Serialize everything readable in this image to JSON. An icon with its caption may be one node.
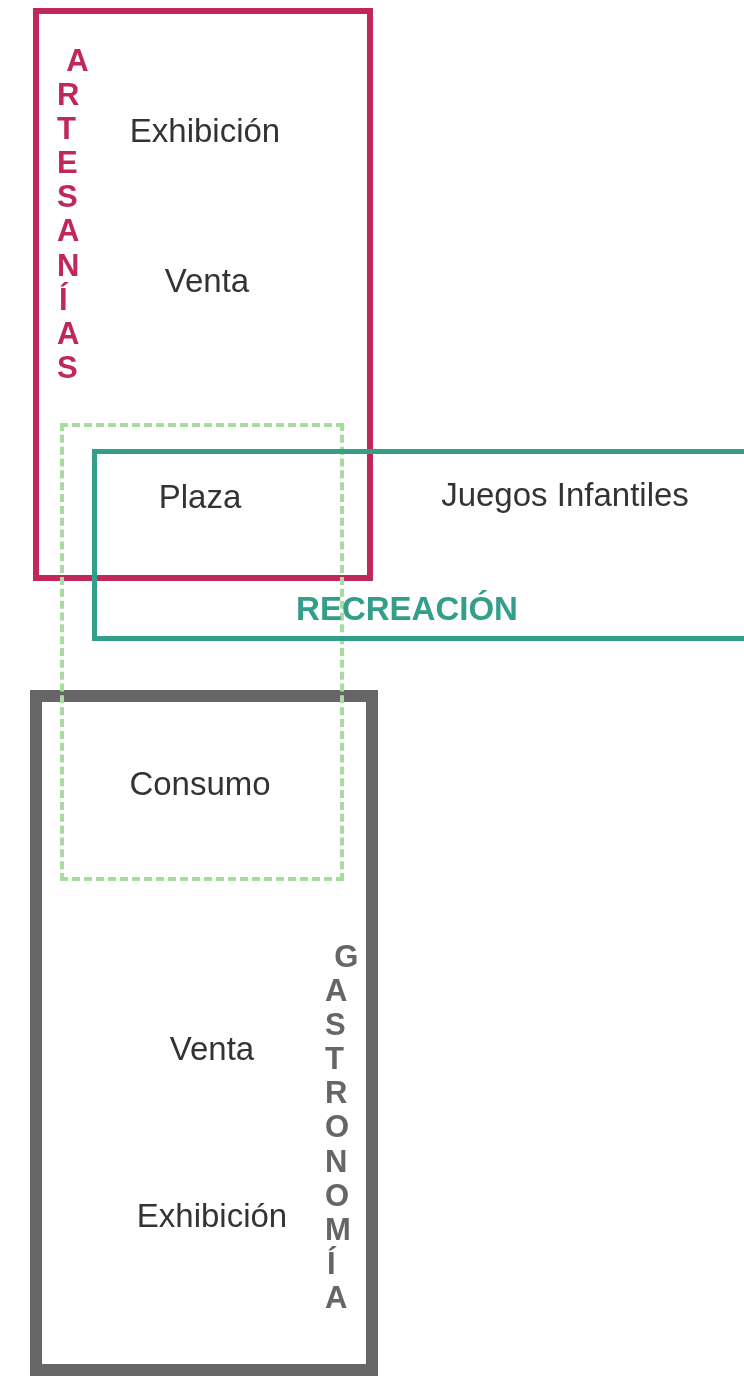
{
  "diagram": {
    "nodes": [
      {
        "text": [
          "ARTESANÍAS",
          "Exhibición",
          "Venta"
        ]
      },
      {
        "text": [],
        "shape": "box"
      },
      {
        "text": [
          "Juegos Infantiles",
          "RECREACIÓN"
        ]
      },
      {
        "text": [
          "Venta",
          "Exhibición",
          "GASTRONOMÍA"
        ]
      }
    ],
    "edges": [],
    "labels": [
      "Plaza",
      "Consumo"
    ]
  }
}
